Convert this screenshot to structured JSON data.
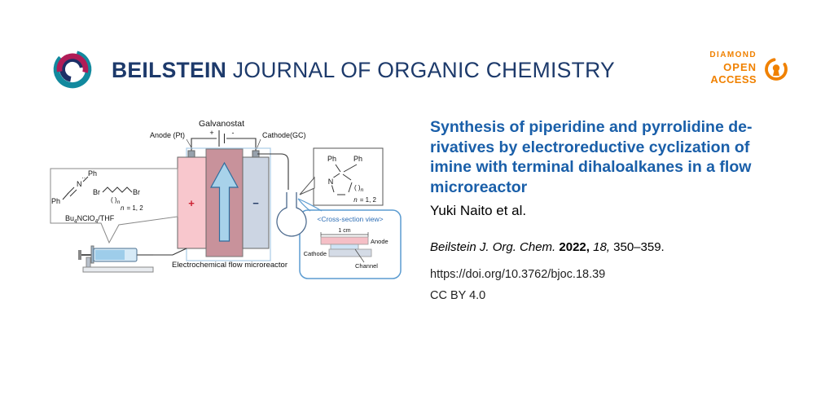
{
  "colors": {
    "brand_navy": "#1d3a6b",
    "title_blue": "#1a5fa9",
    "open_access_orange": "#f08100",
    "anode_pink": "#f8c7cd",
    "cathode_gray": "#ccd5e3",
    "arrow_blue": "#a8d2ea"
  },
  "header": {
    "brand_bold": "BEILSTEIN",
    "brand_rest": "JOURNAL OF ORGANIC CHEMISTRY"
  },
  "open_access": {
    "line1": "DIAMOND",
    "line2": "OPEN",
    "line3": "ACCESS"
  },
  "article": {
    "title_lines": [
      "Synthesis of piperidine and pyrrolidine de-",
      "rivatives by electroreductive cyclization of",
      "imine with terminal dihaloalkanes in a flow",
      "microreactor"
    ],
    "authors": "Yuki Naito et al.",
    "citation": {
      "journal": "Beilstein J. Org. Chem.",
      "year": "2022,",
      "volume": "18,",
      "pages": "350–359."
    },
    "doi": "https://doi.org/10.3762/bjoc.18.39",
    "license": "CC BY 4.0"
  },
  "diagram": {
    "galvanostat_label": "Galvanostat",
    "battery_plus": "+",
    "battery_minus": "-",
    "anode_label": "Anode (Pt)",
    "cathode_label": "Cathode(GC)",
    "anode_sign": "+",
    "cathode_sign": "−",
    "reactor_label": "Electrochemical flow microreactor",
    "reagent": {
      "ph_left": "Ph",
      "nitrogen": "N",
      "lone_pair": "··",
      "ph_top": "Ph",
      "br_left": "Br",
      "br_right": "Br",
      "chain_bracket": "( )",
      "chain_sub": "n",
      "n_italic": "n",
      "n_rest": "= 1, 2",
      "electrolyte_p1": "Bu",
      "electrolyte_s1": "4",
      "electrolyte_p2": "NClO",
      "electrolyte_s2": "4",
      "electrolyte_p3": "/THF"
    },
    "product": {
      "ph_left": "Ph",
      "ph_right": "Ph",
      "nitrogen": "N",
      "ring_bracket": "( )",
      "ring_sub": "n",
      "n_italic": "n",
      "n_rest": "= 1, 2"
    },
    "cross_section": {
      "title": "<Cross-section view>",
      "scale": "1 cm",
      "anode": "Anode",
      "cathode": "Cathode",
      "channel": "Channel"
    }
  }
}
